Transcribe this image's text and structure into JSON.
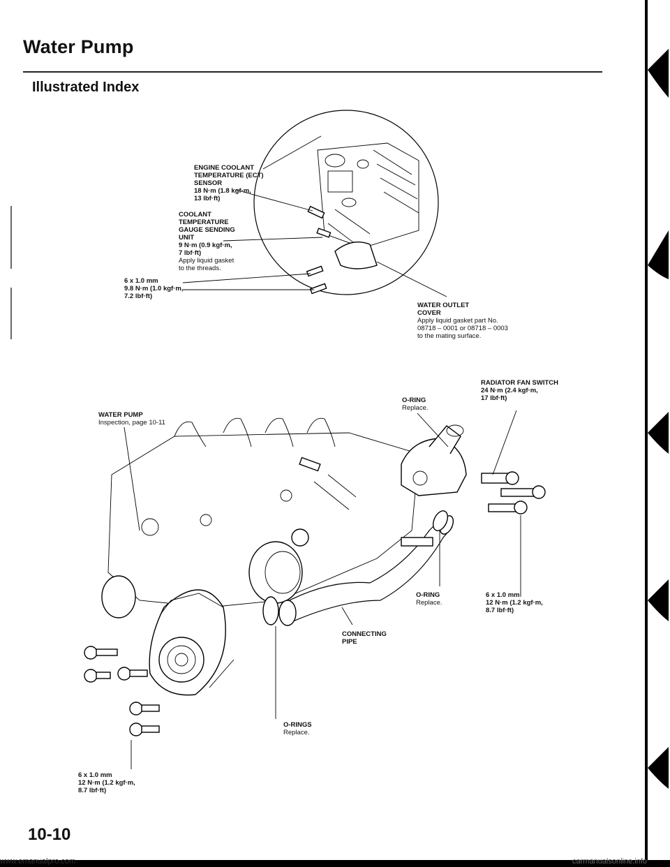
{
  "header": {
    "title": "Water Pump",
    "subtitle": "Illustrated Index"
  },
  "labels": {
    "ect_sensor": {
      "name": "ENGINE COOLANT\nTEMPERATURE (ECT)\nSENSOR",
      "torque": "18 N·m (1.8 kgf·m,\n13 lbf·ft)"
    },
    "gauge_unit": {
      "name": "COOLANT\nTEMPERATURE\nGAUGE SENDING\nUNIT",
      "torque": "9 N·m (0.9 kgf·m,\n7 lbf·ft)",
      "note": "Apply liquid gasket\nto the threads."
    },
    "bolt_top": {
      "size": "6 x 1.0 mm",
      "torque": "9.8 N·m (1.0 kgf·m,\n7.2 lbf·ft)"
    },
    "outlet_cover": {
      "name": "WATER OUTLET\nCOVER",
      "note": "Apply liquid gasket part No.\n08718 – 0001 or 08718 – 0003\nto the mating surface."
    },
    "fan_switch": {
      "name": "RADIATOR FAN SWITCH",
      "torque": "24 N·m (2.4 kgf·m,\n17 lbf·ft)"
    },
    "oring_top": {
      "name": "O-RING",
      "note": "Replace."
    },
    "water_pump": {
      "name": "WATER PUMP",
      "note": "Inspection, page 10-11"
    },
    "oring_mid": {
      "name": "O-RING",
      "note": "Replace."
    },
    "bolt_mid": {
      "size": "6 x 1.0 mm",
      "torque": "12 N·m (1.2 kgf·m,\n8.7 lbf·ft)"
    },
    "connecting_pipe": {
      "name": "CONNECTING\nPIPE"
    },
    "orings_bottom": {
      "name": "O-RINGS",
      "note": "Replace."
    },
    "bolt_bottom": {
      "size": "6 x 1.0 mm",
      "torque": "12 N·m (1.2 kgf·m,\n8.7 lbf·ft)"
    }
  },
  "page_number": "10-10",
  "footer": {
    "left": "www.emanualpro.com",
    "right": "carmanualsonline.info"
  }
}
